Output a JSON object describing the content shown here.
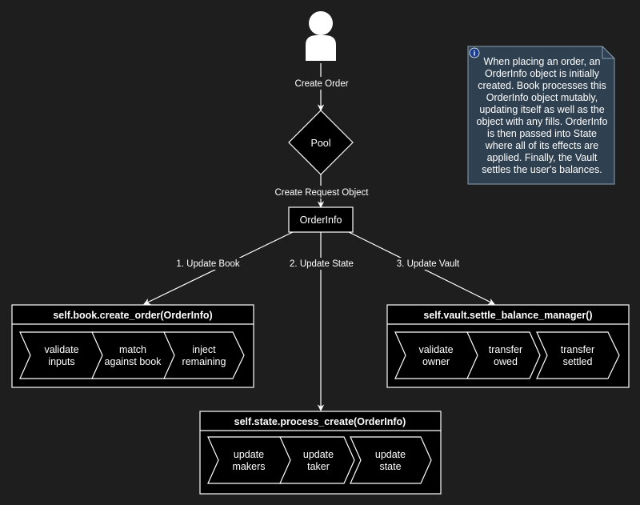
{
  "colors": {
    "background": "#1e1e1e",
    "stroke": "#ffffff",
    "node_fill": "#000000",
    "note_fill": "#2f4050",
    "note_border": "#8aa0b4",
    "info_icon": "#1a3e8c"
  },
  "user": {
    "icon": "user-icon"
  },
  "edges": {
    "create_order": "Create Order",
    "create_request_object": "Create Request Object",
    "update_book": "1. Update Book",
    "update_state": "2. Update State",
    "update_vault": "3. Update Vault"
  },
  "pool": {
    "label": "Pool"
  },
  "orderinfo": {
    "label": "OrderInfo"
  },
  "book": {
    "title": "self.book.create_order(OrderInfo)",
    "steps": [
      {
        "line1": "validate",
        "line2": "inputs"
      },
      {
        "line1": "match",
        "line2": "against book"
      },
      {
        "line1": "inject",
        "line2": "remaining"
      }
    ]
  },
  "vault": {
    "title": "self.vault.settle_balance_manager()",
    "steps": [
      {
        "line1": "validate",
        "line2": "owner"
      },
      {
        "line1": "transfer",
        "line2": "owed"
      },
      {
        "line1": "transfer",
        "line2": "settled"
      }
    ]
  },
  "state": {
    "title": "self.state.process_create(OrderInfo)",
    "steps": [
      {
        "line1": "update",
        "line2": "makers"
      },
      {
        "line1": "update",
        "line2": "taker"
      },
      {
        "line1": "update",
        "line2": "state"
      }
    ]
  },
  "note": {
    "icon": "info-icon",
    "text": "When placing an order, an OrderInfo object is initially created. Book processes this OrderInfo object mutably, updating itself as well as the object with any fills. OrderInfo is then passed into State where all of its effects are applied. Finally, the Vault settles the user's balances."
  }
}
